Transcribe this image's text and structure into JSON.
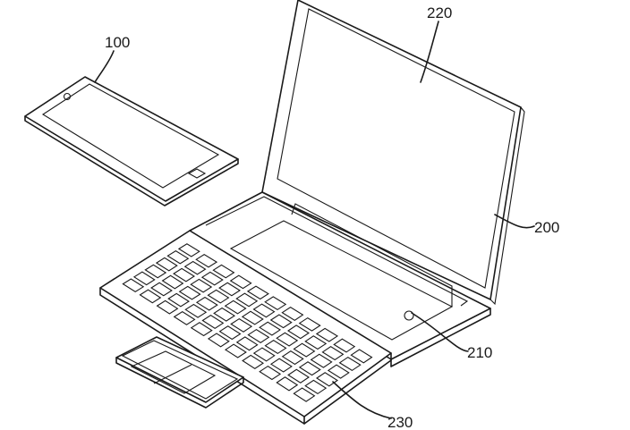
{
  "labels": {
    "phone": "100",
    "laptop": "200",
    "dock_slot": "210",
    "screen": "220",
    "keyboard": "230"
  }
}
